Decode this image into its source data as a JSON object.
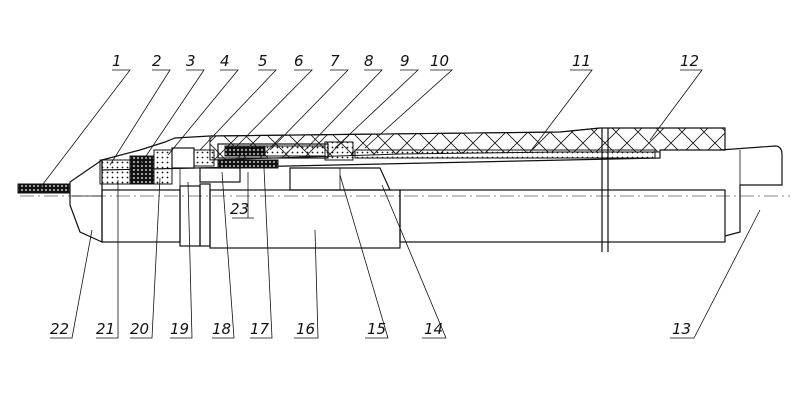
{
  "callouts": {
    "top": [
      "1",
      "2",
      "3",
      "4",
      "5",
      "6",
      "7",
      "8",
      "9",
      "10",
      "11",
      "12"
    ],
    "bottom": [
      "22",
      "21",
      "20",
      "19",
      "18",
      "17",
      "16",
      "15",
      "14",
      "13"
    ],
    "inner": "23"
  }
}
